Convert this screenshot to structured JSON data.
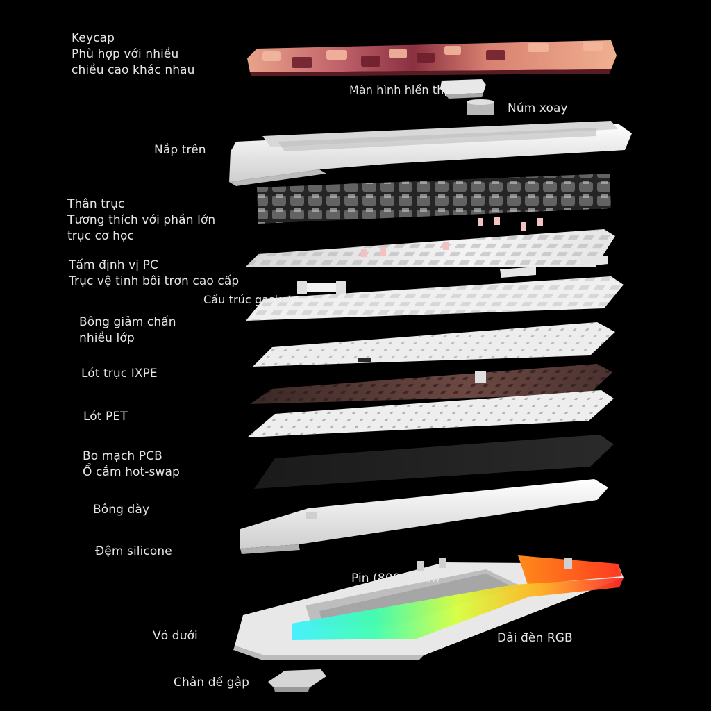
{
  "labels": {
    "keycap": [
      "Keycap",
      "Phù hợp với nhiều",
      "chiều cao khác nhau"
    ],
    "display": "Màn hình hiển thị",
    "knob": "Núm xoay",
    "top_case": "Nắp trên",
    "switch": [
      "Thân trục",
      "Tương thích với phần lớn",
      "trục cơ học"
    ],
    "plate": [
      "Tấm định vị PC",
      "Trục vệ tinh bôi trơn cao cấp"
    ],
    "gasket": "Cấu trúc gasket",
    "foam": [
      "Bông giảm chấn",
      "nhiều lớp"
    ],
    "ixpe": "Lót trục IXPE",
    "pet": "Lót PET",
    "pcb": [
      "Bo mạch PCB",
      "Ổ cắm hot-swap"
    ],
    "cotton": "Bông dày",
    "silicone": "Đệm silicone",
    "battery": "Pin (8000mAh)",
    "bottom_case": "Vỏ dưới",
    "rgb": "Dải đèn RGB",
    "feet": "Chân đế gập"
  },
  "colors": {
    "background": "#000000",
    "label_text": "#e6e6e6",
    "case_white": "#f2f2f2",
    "keycap_pink": "#e8a58e",
    "keycap_maroon": "#7a2a34",
    "ixpe_tint": "#5a3a36",
    "pcb_black": "#141414"
  }
}
